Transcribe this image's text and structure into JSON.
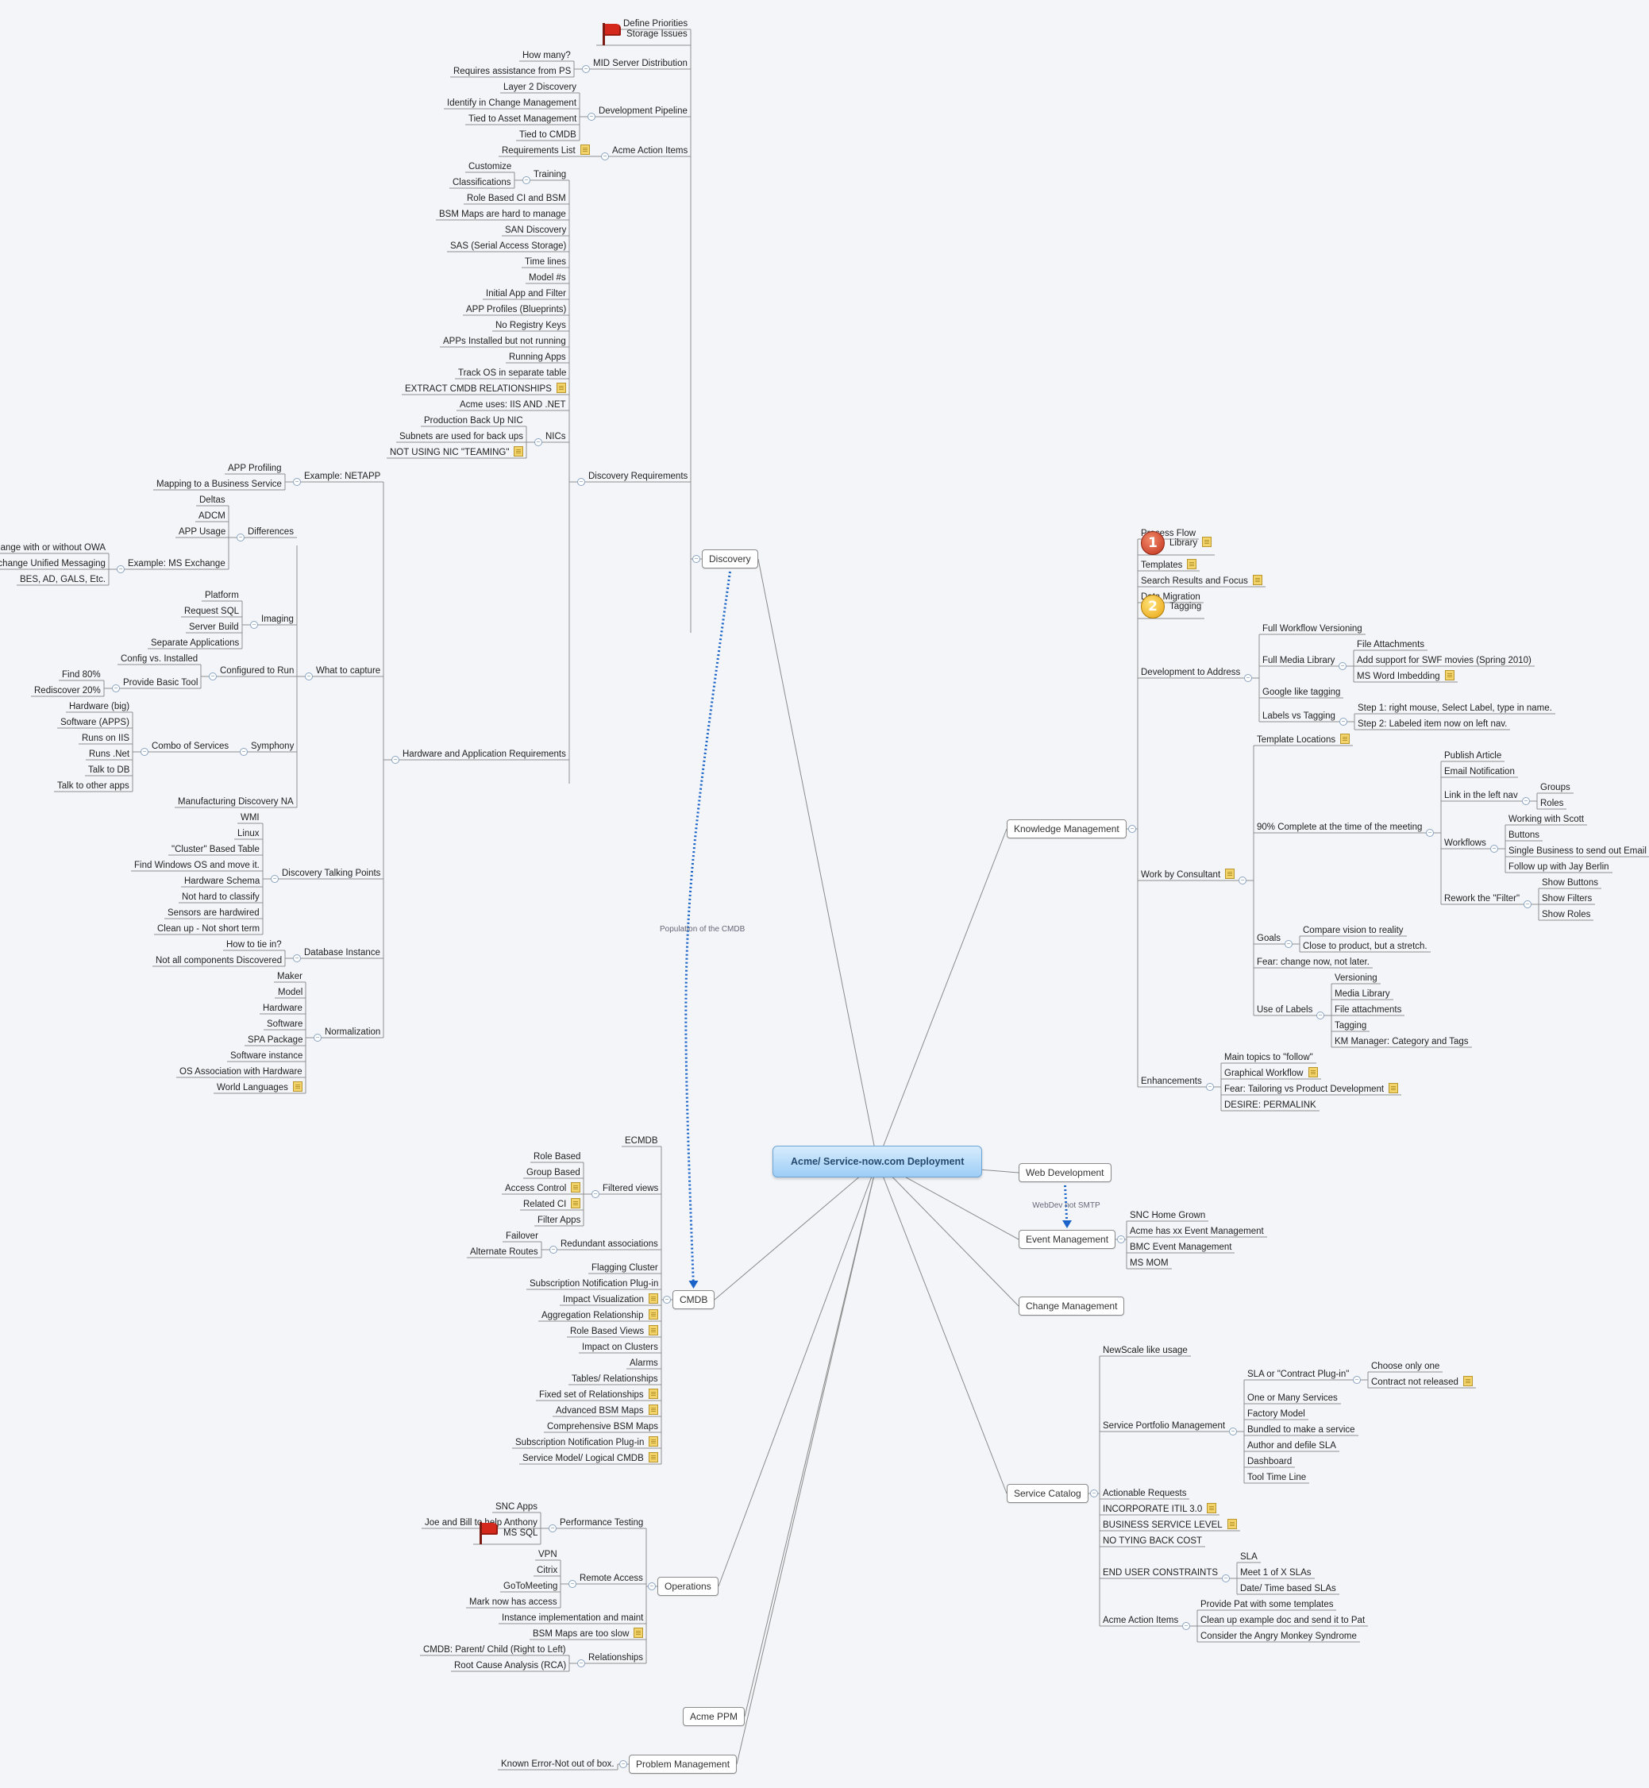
{
  "title": "Acme/ Service-now.com Deployment",
  "relationships": [
    {
      "from": "discovery",
      "to": "cmdb",
      "label": "Population of the CMDB"
    },
    {
      "from": "web",
      "to": "event",
      "label": "WebDev not SMTP"
    }
  ],
  "branches": [
    {
      "id": "discovery",
      "label": "Discovery",
      "children": [
        {
          "label": "Define Priorities"
        },
        {
          "label": "Storage Issues",
          "icon": "flag"
        },
        {
          "label": "MID Server Distribution",
          "children": [
            {
              "label": "How many?"
            },
            {
              "label": "Requires assistance from PS"
            }
          ]
        },
        {
          "label": "Development Pipeline",
          "children": [
            {
              "label": "Layer 2 Discovery"
            },
            {
              "label": "Identify in Change Management"
            },
            {
              "label": "Tied to Asset Management"
            },
            {
              "label": "Tied to CMDB"
            }
          ]
        },
        {
          "label": "Acme Action Items",
          "children": [
            {
              "label": "Requirements List",
              "note": true
            }
          ]
        },
        {
          "label": "Discovery Requirements",
          "children": [
            {
              "label": "Training",
              "children": [
                {
                  "label": "Customize"
                },
                {
                  "label": "Classifications"
                }
              ]
            },
            {
              "label": "Role Based CI and BSM"
            },
            {
              "label": "BSM Maps are hard to manage"
            },
            {
              "label": "SAN Discovery"
            },
            {
              "label": "SAS (Serial Access Storage)"
            },
            {
              "label": "Time lines"
            },
            {
              "label": "Model #s"
            },
            {
              "label": "Initial App and Filter"
            },
            {
              "label": "APP Profiles (Blueprints)"
            },
            {
              "label": "No Registry Keys"
            },
            {
              "label": "APPs Installed but not running"
            },
            {
              "label": "Running Apps"
            },
            {
              "label": "Track OS in separate table"
            },
            {
              "label": "EXTRACT CMDB RELATIONSHIPS",
              "note": true
            },
            {
              "label": "Acme uses: IIS AND .NET"
            },
            {
              "label": "NICs",
              "children": [
                {
                  "label": "Production Back Up NIC"
                },
                {
                  "label": "Subnets are used for back ups"
                },
                {
                  "label": "NOT USING NIC \"TEAMING\"",
                  "note": true
                }
              ]
            },
            {
              "label": "Hardware and Application Requirements",
              "children": [
                {
                  "label": "Example: NETAPP",
                  "children": [
                    {
                      "label": "APP Profiling"
                    },
                    {
                      "label": "Mapping to a Business Service"
                    }
                  ]
                },
                {
                  "label": "What to capture",
                  "children": [
                    {
                      "label": "Differences",
                      "children": [
                        {
                          "label": "Deltas"
                        },
                        {
                          "label": "ADCM"
                        },
                        {
                          "label": "APP Usage"
                        },
                        {
                          "label": "Example: MS Exchange",
                          "children": [
                            {
                              "label": "Exchange with or without OWA"
                            },
                            {
                              "label": "Exchange Unified Messaging"
                            },
                            {
                              "label": "BES, AD, GALS, Etc."
                            }
                          ]
                        }
                      ]
                    },
                    {
                      "label": "Imaging",
                      "children": [
                        {
                          "label": "Platform"
                        },
                        {
                          "label": "Request SQL"
                        },
                        {
                          "label": "Server Build"
                        },
                        {
                          "label": "Separate Applications"
                        }
                      ]
                    },
                    {
                      "label": "Configured to Run",
                      "children": [
                        {
                          "label": "Config vs. Installed"
                        },
                        {
                          "label": "Provide Basic Tool",
                          "children": [
                            {
                              "label": "Find 80%"
                            },
                            {
                              "label": "Rediscover 20%"
                            }
                          ]
                        }
                      ]
                    },
                    {
                      "label": "Symphony",
                      "children": [
                        {
                          "label": "Combo of Services",
                          "children": [
                            {
                              "label": "Hardware (big)"
                            },
                            {
                              "label": "Software (APPS)"
                            },
                            {
                              "label": "Runs on IIS"
                            },
                            {
                              "label": "Runs .Net"
                            },
                            {
                              "label": "Talk to DB"
                            },
                            {
                              "label": "Talk to other apps"
                            }
                          ]
                        }
                      ]
                    },
                    {
                      "label": "Manufacturing Discovery NA"
                    }
                  ]
                },
                {
                  "label": "Discovery Talking Points",
                  "children": [
                    {
                      "label": "WMI"
                    },
                    {
                      "label": "Linux"
                    },
                    {
                      "label": "\"Cluster\" Based Table"
                    },
                    {
                      "label": "Find Windows OS and move it."
                    },
                    {
                      "label": "Hardware Schema"
                    },
                    {
                      "label": "Not hard to classify"
                    },
                    {
                      "label": "Sensors are hardwired"
                    },
                    {
                      "label": "Clean up - Not short term"
                    }
                  ]
                },
                {
                  "label": "Database Instance",
                  "children": [
                    {
                      "label": "How to tie in?"
                    },
                    {
                      "label": "Not all components Discovered"
                    }
                  ]
                },
                {
                  "label": "Normalization",
                  "children": [
                    {
                      "label": "Maker"
                    },
                    {
                      "label": "Model"
                    },
                    {
                      "label": "Hardware"
                    },
                    {
                      "label": "Software"
                    },
                    {
                      "label": "SPA Package"
                    },
                    {
                      "label": "Software instance"
                    },
                    {
                      "label": "OS Association with Hardware"
                    },
                    {
                      "label": "World Languages",
                      "note": true
                    }
                  ]
                }
              ]
            }
          ]
        }
      ]
    },
    {
      "id": "cmdb",
      "label": "CMDB",
      "children": [
        {
          "label": "ECMDB"
        },
        {
          "label": "Filtered views",
          "children": [
            {
              "label": "Role Based"
            },
            {
              "label": "Group Based"
            },
            {
              "label": "Access Control",
              "note": true
            },
            {
              "label": "Related CI",
              "note": true
            },
            {
              "label": "Filter Apps"
            }
          ]
        },
        {
          "label": "Redundant associations",
          "children": [
            {
              "label": "Failover"
            },
            {
              "label": "Alternate Routes"
            }
          ]
        },
        {
          "label": "Flagging Cluster"
        },
        {
          "label": "Subscription Notification Plug-in"
        },
        {
          "label": "Impact Visualization",
          "note": true
        },
        {
          "label": "Aggregation Relationship",
          "note": true
        },
        {
          "label": "Role Based Views",
          "note": true
        },
        {
          "label": "Impact on Clusters"
        },
        {
          "label": "Alarms"
        },
        {
          "label": "Tables/ Relationships"
        },
        {
          "label": "Fixed set of Relationships",
          "note": true
        },
        {
          "label": "Advanced BSM Maps",
          "note": true
        },
        {
          "label": "Comprehensive BSM Maps"
        },
        {
          "label": "Subscription Notification Plug-in",
          "note": true
        },
        {
          "label": "Service Model/ Logical CMDB",
          "note": true
        }
      ]
    },
    {
      "id": "operations",
      "label": "Operations",
      "children": [
        {
          "label": "Performance Testing",
          "children": [
            {
              "label": "SNC Apps"
            },
            {
              "label": "Joe and Bill to help Anthony"
            },
            {
              "label": "MS SQL",
              "icon": "flag"
            }
          ]
        },
        {
          "label": "Remote Access",
          "children": [
            {
              "label": "VPN"
            },
            {
              "label": "Citrix"
            },
            {
              "label": "GoToMeeting"
            },
            {
              "label": "Mark now has access"
            }
          ]
        },
        {
          "label": "Instance implementation and maint"
        },
        {
          "label": "BSM Maps are too slow",
          "note": true
        },
        {
          "label": "Relationships",
          "children": [
            {
              "label": "CMDB: Parent/ Child (Right to Left)"
            },
            {
              "label": "Root Cause Analysis (RCA)"
            }
          ]
        }
      ]
    },
    {
      "id": "ppm",
      "label": "Acme PPM",
      "children": []
    },
    {
      "id": "problem",
      "label": "Problem Management",
      "children": [
        {
          "label": "Known Error-Not out of box."
        }
      ]
    },
    {
      "id": "km",
      "label": "Knowledge Management",
      "children": [
        {
          "label": "Process Flow"
        },
        {
          "label": "Library",
          "note": true,
          "icon": "badge1"
        },
        {
          "label": "Templates",
          "note": true
        },
        {
          "label": "Search Results and Focus",
          "note": true
        },
        {
          "label": "Data Migration"
        },
        {
          "label": "Tagging",
          "icon": "badge2"
        },
        {
          "label": "Development to Address",
          "children": [
            {
              "label": "Full Workflow Versioning"
            },
            {
              "label": "Full Media Library",
              "children": [
                {
                  "label": "File Attachments"
                },
                {
                  "label": "Add support for SWF movies (Spring 2010)"
                },
                {
                  "label": "MS Word Imbedding",
                  "note": true
                }
              ]
            },
            {
              "label": "Google like tagging"
            },
            {
              "label": "Labels vs Tagging",
              "children": [
                {
                  "label": "Step 1: right mouse, Select Label, type in name."
                },
                {
                  "label": "Step 2: Labeled item now on left nav."
                }
              ]
            }
          ]
        },
        {
          "label": "Work by Consultant",
          "note": true,
          "children": [
            {
              "label": "Template Locations",
              "note": true
            },
            {
              "label": "90% Complete at the time of the meeting",
              "children": [
                {
                  "label": "Publish Article"
                },
                {
                  "label": "Email Notification"
                },
                {
                  "label": "Link in the left nav",
                  "children": [
                    {
                      "label": "Groups"
                    },
                    {
                      "label": "Roles"
                    }
                  ]
                },
                {
                  "label": "Workflows",
                  "children": [
                    {
                      "label": "Working with Scott"
                    },
                    {
                      "label": "Buttons"
                    },
                    {
                      "label": "Single Business to send out Email"
                    },
                    {
                      "label": "Follow up with Jay Berlin"
                    }
                  ]
                },
                {
                  "label": "Rework the \"Filter\"",
                  "children": [
                    {
                      "label": "Show Buttons"
                    },
                    {
                      "label": "Show Filters"
                    },
                    {
                      "label": "Show Roles"
                    }
                  ]
                }
              ]
            },
            {
              "label": "Goals",
              "children": [
                {
                  "label": "Compare vision to reality"
                },
                {
                  "label": "Close to product, but a stretch."
                }
              ]
            },
            {
              "label": "Fear: change now, not later."
            },
            {
              "label": "Use of Labels",
              "children": [
                {
                  "label": "Versioning"
                },
                {
                  "label": "Media Library"
                },
                {
                  "label": "File attachments"
                },
                {
                  "label": "Tagging"
                },
                {
                  "label": "KM Manager: Category and Tags"
                }
              ]
            }
          ]
        },
        {
          "label": "Enhancements",
          "children": [
            {
              "label": "Main topics to \"follow\""
            },
            {
              "label": "Graphical Workflow",
              "note": true
            },
            {
              "label": "Fear: Tailoring vs Product Development",
              "note": true
            },
            {
              "label": "DESIRE: PERMALINK"
            }
          ]
        }
      ]
    },
    {
      "id": "web",
      "label": "Web Development",
      "children": []
    },
    {
      "id": "event",
      "label": "Event Management",
      "children": [
        {
          "label": "SNC Home Grown"
        },
        {
          "label": "Acme has xx Event Management"
        },
        {
          "label": "BMC Event Management"
        },
        {
          "label": "MS MOM"
        }
      ]
    },
    {
      "id": "change",
      "label": "Change Management",
      "children": []
    },
    {
      "id": "catalog",
      "label": "Service Catalog",
      "children": [
        {
          "label": "NewScale like usage"
        },
        {
          "label": "Service Portfolio Management",
          "children": [
            {
              "label": "SLA or \"Contract Plug-in\"",
              "children": [
                {
                  "label": "Choose only one"
                },
                {
                  "label": "Contract not released",
                  "note": true
                }
              ]
            },
            {
              "label": "One or Many Services"
            },
            {
              "label": "Factory Model"
            },
            {
              "label": "Bundled to make a service"
            },
            {
              "label": "Author and defile SLA"
            },
            {
              "label": "Dashboard"
            },
            {
              "label": "Tool Time Line"
            }
          ]
        },
        {
          "label": "Actionable Requests"
        },
        {
          "label": "INCORPORATE ITIL 3.0",
          "note": true
        },
        {
          "label": "BUSINESS SERVICE LEVEL",
          "note": true
        },
        {
          "label": "NO TYING BACK COST"
        },
        {
          "label": "END USER CONSTRAINTS",
          "children": [
            {
              "label": "SLA"
            },
            {
              "label": "Meet 1 of X SLAs"
            },
            {
              "label": "Date/ Time based SLAs"
            }
          ]
        },
        {
          "label": "Acme Action Items",
          "children": [
            {
              "label": "Provide Pat with some templates"
            },
            {
              "label": "Clean up example doc and send it to Pat"
            },
            {
              "label": "Consider the Angry Monkey Syndrome"
            }
          ]
        }
      ]
    }
  ]
}
